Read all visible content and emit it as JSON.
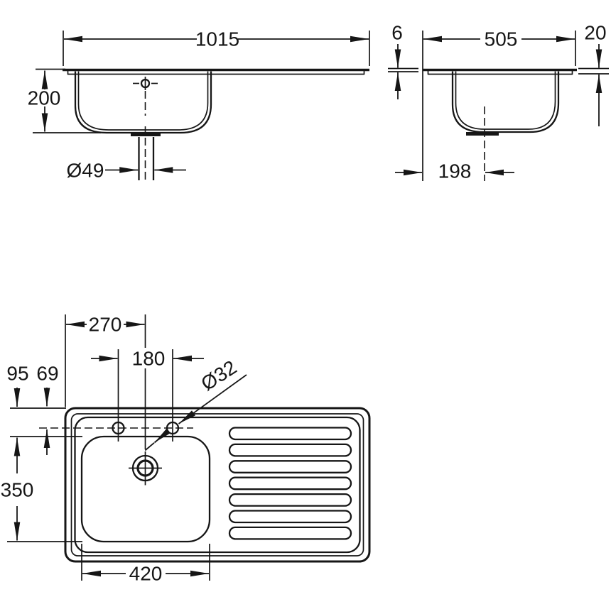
{
  "drawing": {
    "kind": "technical-dimension-drawing",
    "subject": "inset kitchen sink, single bowl left with drainboard right",
    "line_color": "#161616",
    "background_color": "#ffffff",
    "views": {
      "front_elevation": {
        "dimensions": {
          "overall_width": "1015",
          "bowl_depth": "200",
          "outlet_diameter": "Ø49"
        }
      },
      "side_elevation": {
        "dimensions": {
          "overall_depth": "505",
          "rim_thickness": "6",
          "edge_height": "20",
          "outlet_center_from_edge": "198"
        }
      },
      "plan_view": {
        "dimensions": {
          "outlet_center_from_left": "270",
          "tap_hole_spacing": "180",
          "tap_hole_diameter": "Ø32",
          "edge_to_bowl": "95",
          "edge_to_tap_holes": "69",
          "bowl_front_to_back": "350",
          "bowl_width": "420"
        },
        "tap_hole_count": 2,
        "drainboard_rib_count": 7
      }
    }
  }
}
